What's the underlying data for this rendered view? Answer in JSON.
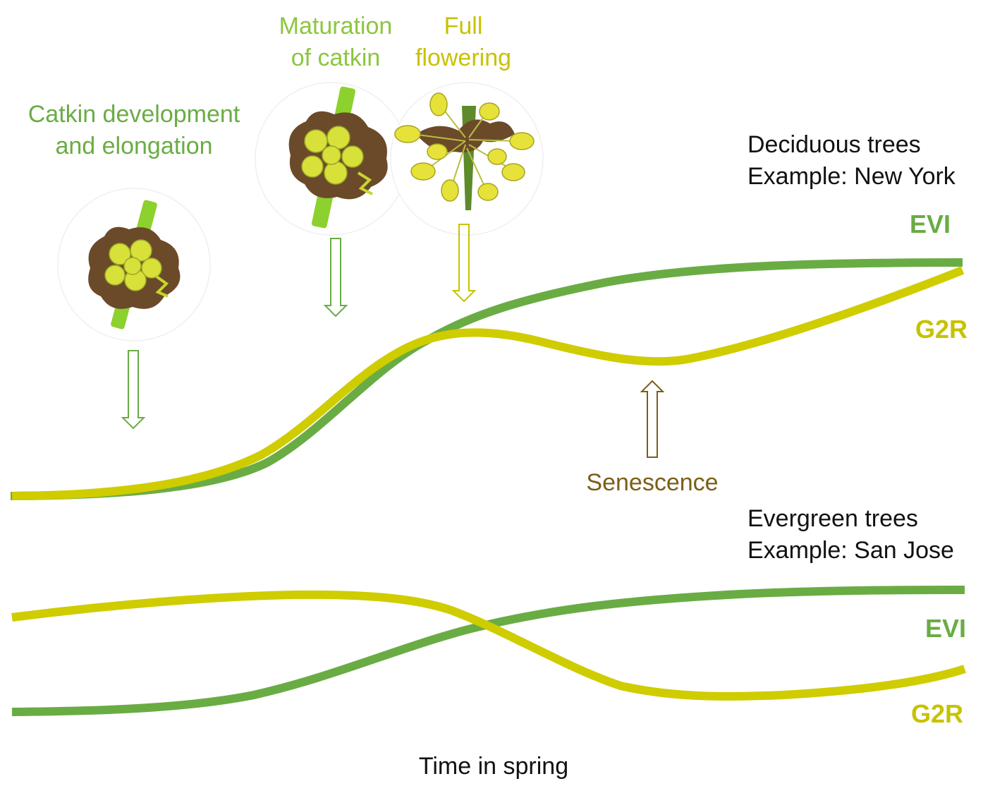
{
  "colors": {
    "evi": "#6aac44",
    "g2r": "#cfcc00",
    "arrow_green": "#6aac44",
    "arrow_yellow": "#c7c200",
    "senescence": "#7b5e16",
    "label_green": "#6aac44",
    "label_lightgreen": "#8cc63f",
    "label_yellow": "#c7c200",
    "text_dark": "#111111",
    "petal_brown": "#6b4a2a",
    "stem_green": "#8cd12d",
    "floret_yellow": "#d8e03a"
  },
  "labels": {
    "catkin_dev_line1": "Catkin development",
    "catkin_dev_line2": "and elongation",
    "maturation_line1": "Maturation",
    "maturation_line2": "of catkin",
    "flowering_line1": "Full",
    "flowering_line2": "flowering",
    "senescence": "Senescence",
    "x_axis": "Time in spring"
  },
  "deciduous": {
    "title": "Deciduous trees",
    "example": "Example: New York",
    "evi_label": "EVI",
    "g2r_label": "G2R"
  },
  "evergreen": {
    "title": "Evergreen trees",
    "example": "Example: San Jose",
    "evi_label": "EVI",
    "g2r_label": "G2R"
  },
  "icons": {
    "catkin_dev": "catkin-bud-icon",
    "maturation": "mature-catkin-icon",
    "flowering": "flowering-catkin-icon"
  }
}
